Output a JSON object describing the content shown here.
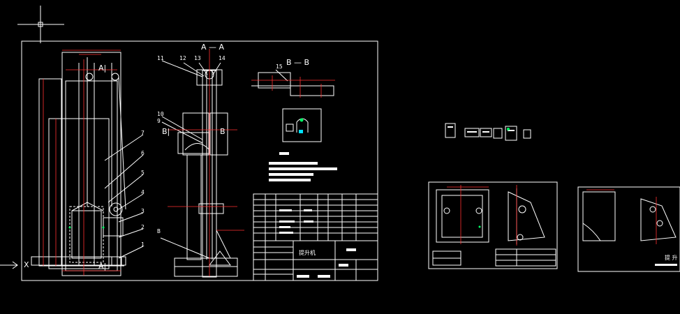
{
  "sections": {
    "aa": "A — A",
    "bb": "B — B",
    "a_left_top": "A|",
    "a_left_bottom": "A|",
    "b_left": "B|",
    "b_right": "B",
    "b_bottom": "B"
  },
  "part_numbers_left": [
    "7",
    "6",
    "5",
    "4",
    "3",
    "2",
    "1"
  ],
  "part_numbers_side": [
    "11",
    "12",
    "13",
    "14",
    "10",
    "9"
  ],
  "part_number_bb": "15",
  "title_block": {
    "title": "提升机"
  },
  "right_sheet_label": "提 升",
  "axis_label": "X",
  "colors": {
    "background": "#000000",
    "line": "#ffffff",
    "dimension": "#ff3030",
    "centerline": "#ff3030",
    "accent_green": "#00ff66",
    "accent_cyan": "#00e0ff"
  }
}
